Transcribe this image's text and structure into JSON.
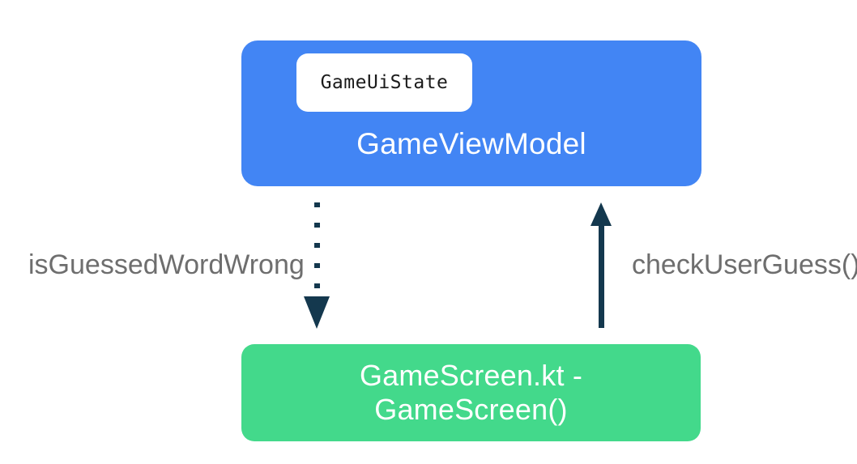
{
  "diagram": {
    "viewmodel_box": {
      "title": "GameViewModel",
      "state_chip_label": "GameUiState"
    },
    "screen_box": {
      "label_line1": "GameScreen.kt -",
      "label_line2": "GameScreen()"
    },
    "edges": {
      "down": {
        "label": "isGuessedWordWrong",
        "style": "dotted",
        "direction": "viewmodel-to-screen"
      },
      "up": {
        "label": "checkUserGuess()",
        "style": "solid",
        "direction": "screen-to-viewmodel"
      }
    },
    "colors": {
      "viewmodel_box_bg": "#4285F4",
      "screen_box_bg": "#43D98B",
      "arrow": "#14384E",
      "edge_label_text": "#6E6E6E",
      "box_text": "#FFFFFF",
      "chip_bg": "#FFFFFF",
      "chip_text": "#1B1B1B",
      "background": "#FFFFFF"
    }
  }
}
